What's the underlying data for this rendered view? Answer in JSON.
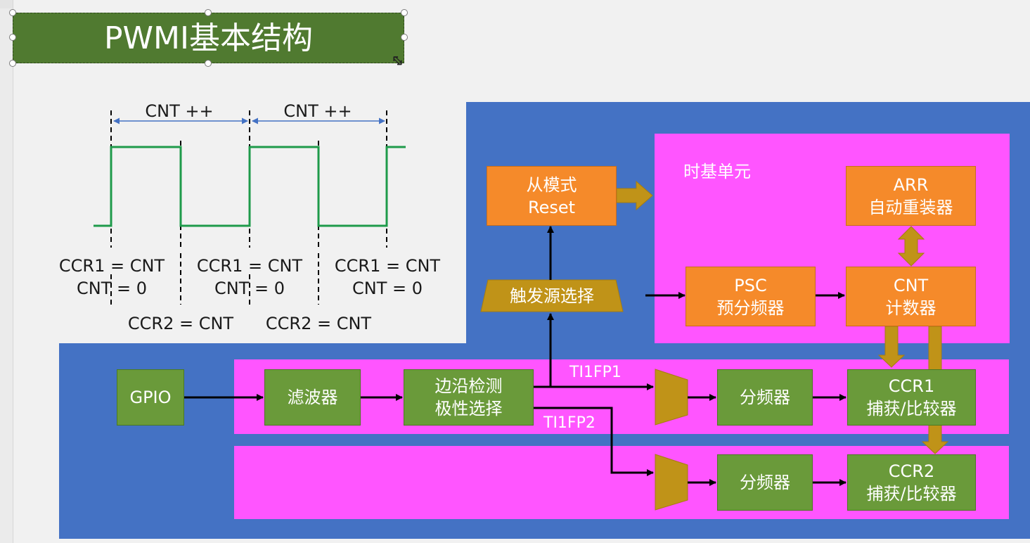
{
  "title": "PWMI基本结构",
  "waveform": {
    "cnt_labels": [
      "CNT ++",
      "CNT ++"
    ],
    "ccr1_labels": [
      {
        "line1": "CCR1 = CNT",
        "line2": "CNT = 0"
      },
      {
        "line1": "CCR1 = CNT",
        "line2": "CNT = 0"
      },
      {
        "line1": "CCR1 = CNT",
        "line2": "CNT = 0"
      }
    ],
    "ccr2_labels": [
      "CCR2 = CNT",
      "CCR2 = CNT"
    ],
    "colors": {
      "wave": "#1e9a4a",
      "span_arrow": "#4472c4"
    }
  },
  "diagram": {
    "timebase_title": "时基单元",
    "slave_mode": {
      "line1": "从模式",
      "line2": "Reset"
    },
    "arr": {
      "line1": "ARR",
      "line2": "自动重装器"
    },
    "psc": {
      "line1": "PSC",
      "line2": "预分频器"
    },
    "cnt": {
      "line1": "CNT",
      "line2": "计数器"
    },
    "trigger_select": "触发源选择",
    "gpio": "GPIO",
    "filter": "滤波器",
    "edge_detect": {
      "line1": "边沿检测",
      "line2": "极性选择"
    },
    "ti1fp1": "TI1FP1",
    "ti1fp2": "TI1FP2",
    "divider1": "分频器",
    "divider2": "分频器",
    "ccr1": {
      "line1": "CCR1",
      "line2": "捕获/比较器"
    },
    "ccr2": {
      "line1": "CCR2",
      "line2": "捕获/比较器"
    },
    "colors": {
      "blue": "#4472c4",
      "pink": "#ff55ff",
      "orange": "#f58a2a",
      "green": "#6a9a3a",
      "gold": "#c09318"
    }
  }
}
